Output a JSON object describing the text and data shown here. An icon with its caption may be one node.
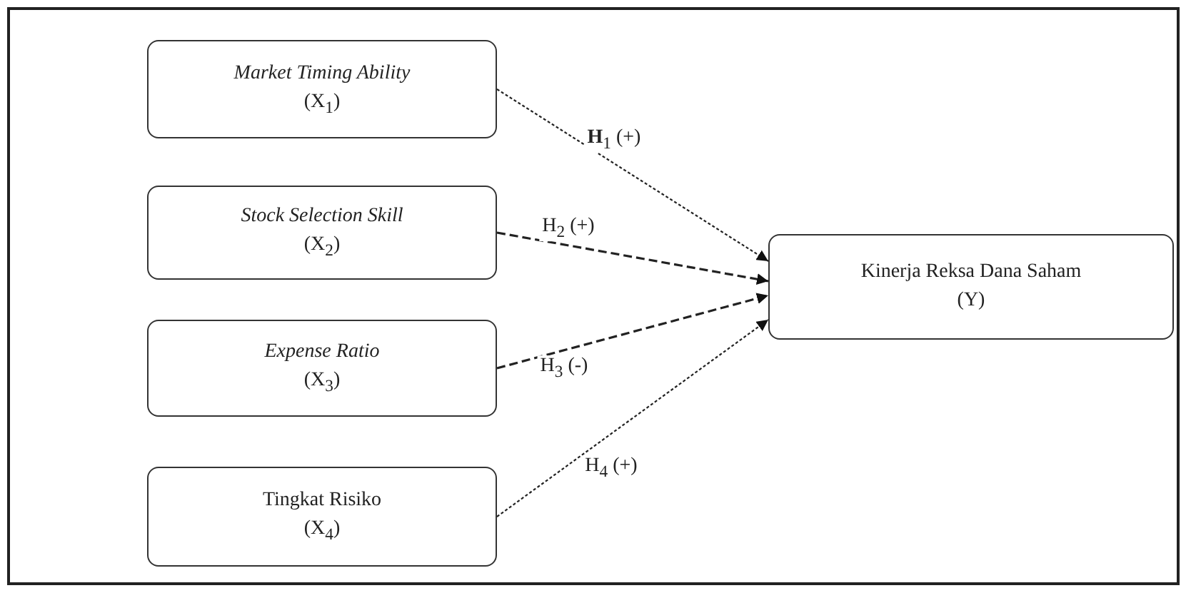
{
  "diagram": {
    "nodes": [
      {
        "text": [
          "*Market Timing Ability*",
          "(X$_{1}$)"
        ]
      },
      {
        "text": [
          "*Stock Selection Skill*",
          "(X$_{2}$)"
        ]
      },
      {
        "text": [
          "*Expense Ratio*",
          "(X$_{3}$)"
        ]
      },
      {
        "text": [
          "Tingkat Risiko",
          "(X$_{4}$)"
        ]
      },
      {
        "text": [
          "Kinerja Reksa Dana Saham",
          "(Y)"
        ]
      }
    ],
    "edges": [
      {
        "from": 0,
        "to": 4,
        "arrow": "to",
        "label": "**H**$_{1}$ (+)"
      },
      {
        "from": 1,
        "to": 4,
        "arrow": "to",
        "label": "H$_{2}$ (+)",
        "style": "dashed"
      },
      {
        "from": 2,
        "to": 4,
        "arrow": "to",
        "label": "H$_{3}$ (-)",
        "style": "dashed"
      },
      {
        "from": 3,
        "to": 4,
        "arrow": "to",
        "label": "H$_{4}$ (+)"
      }
    ]
  }
}
